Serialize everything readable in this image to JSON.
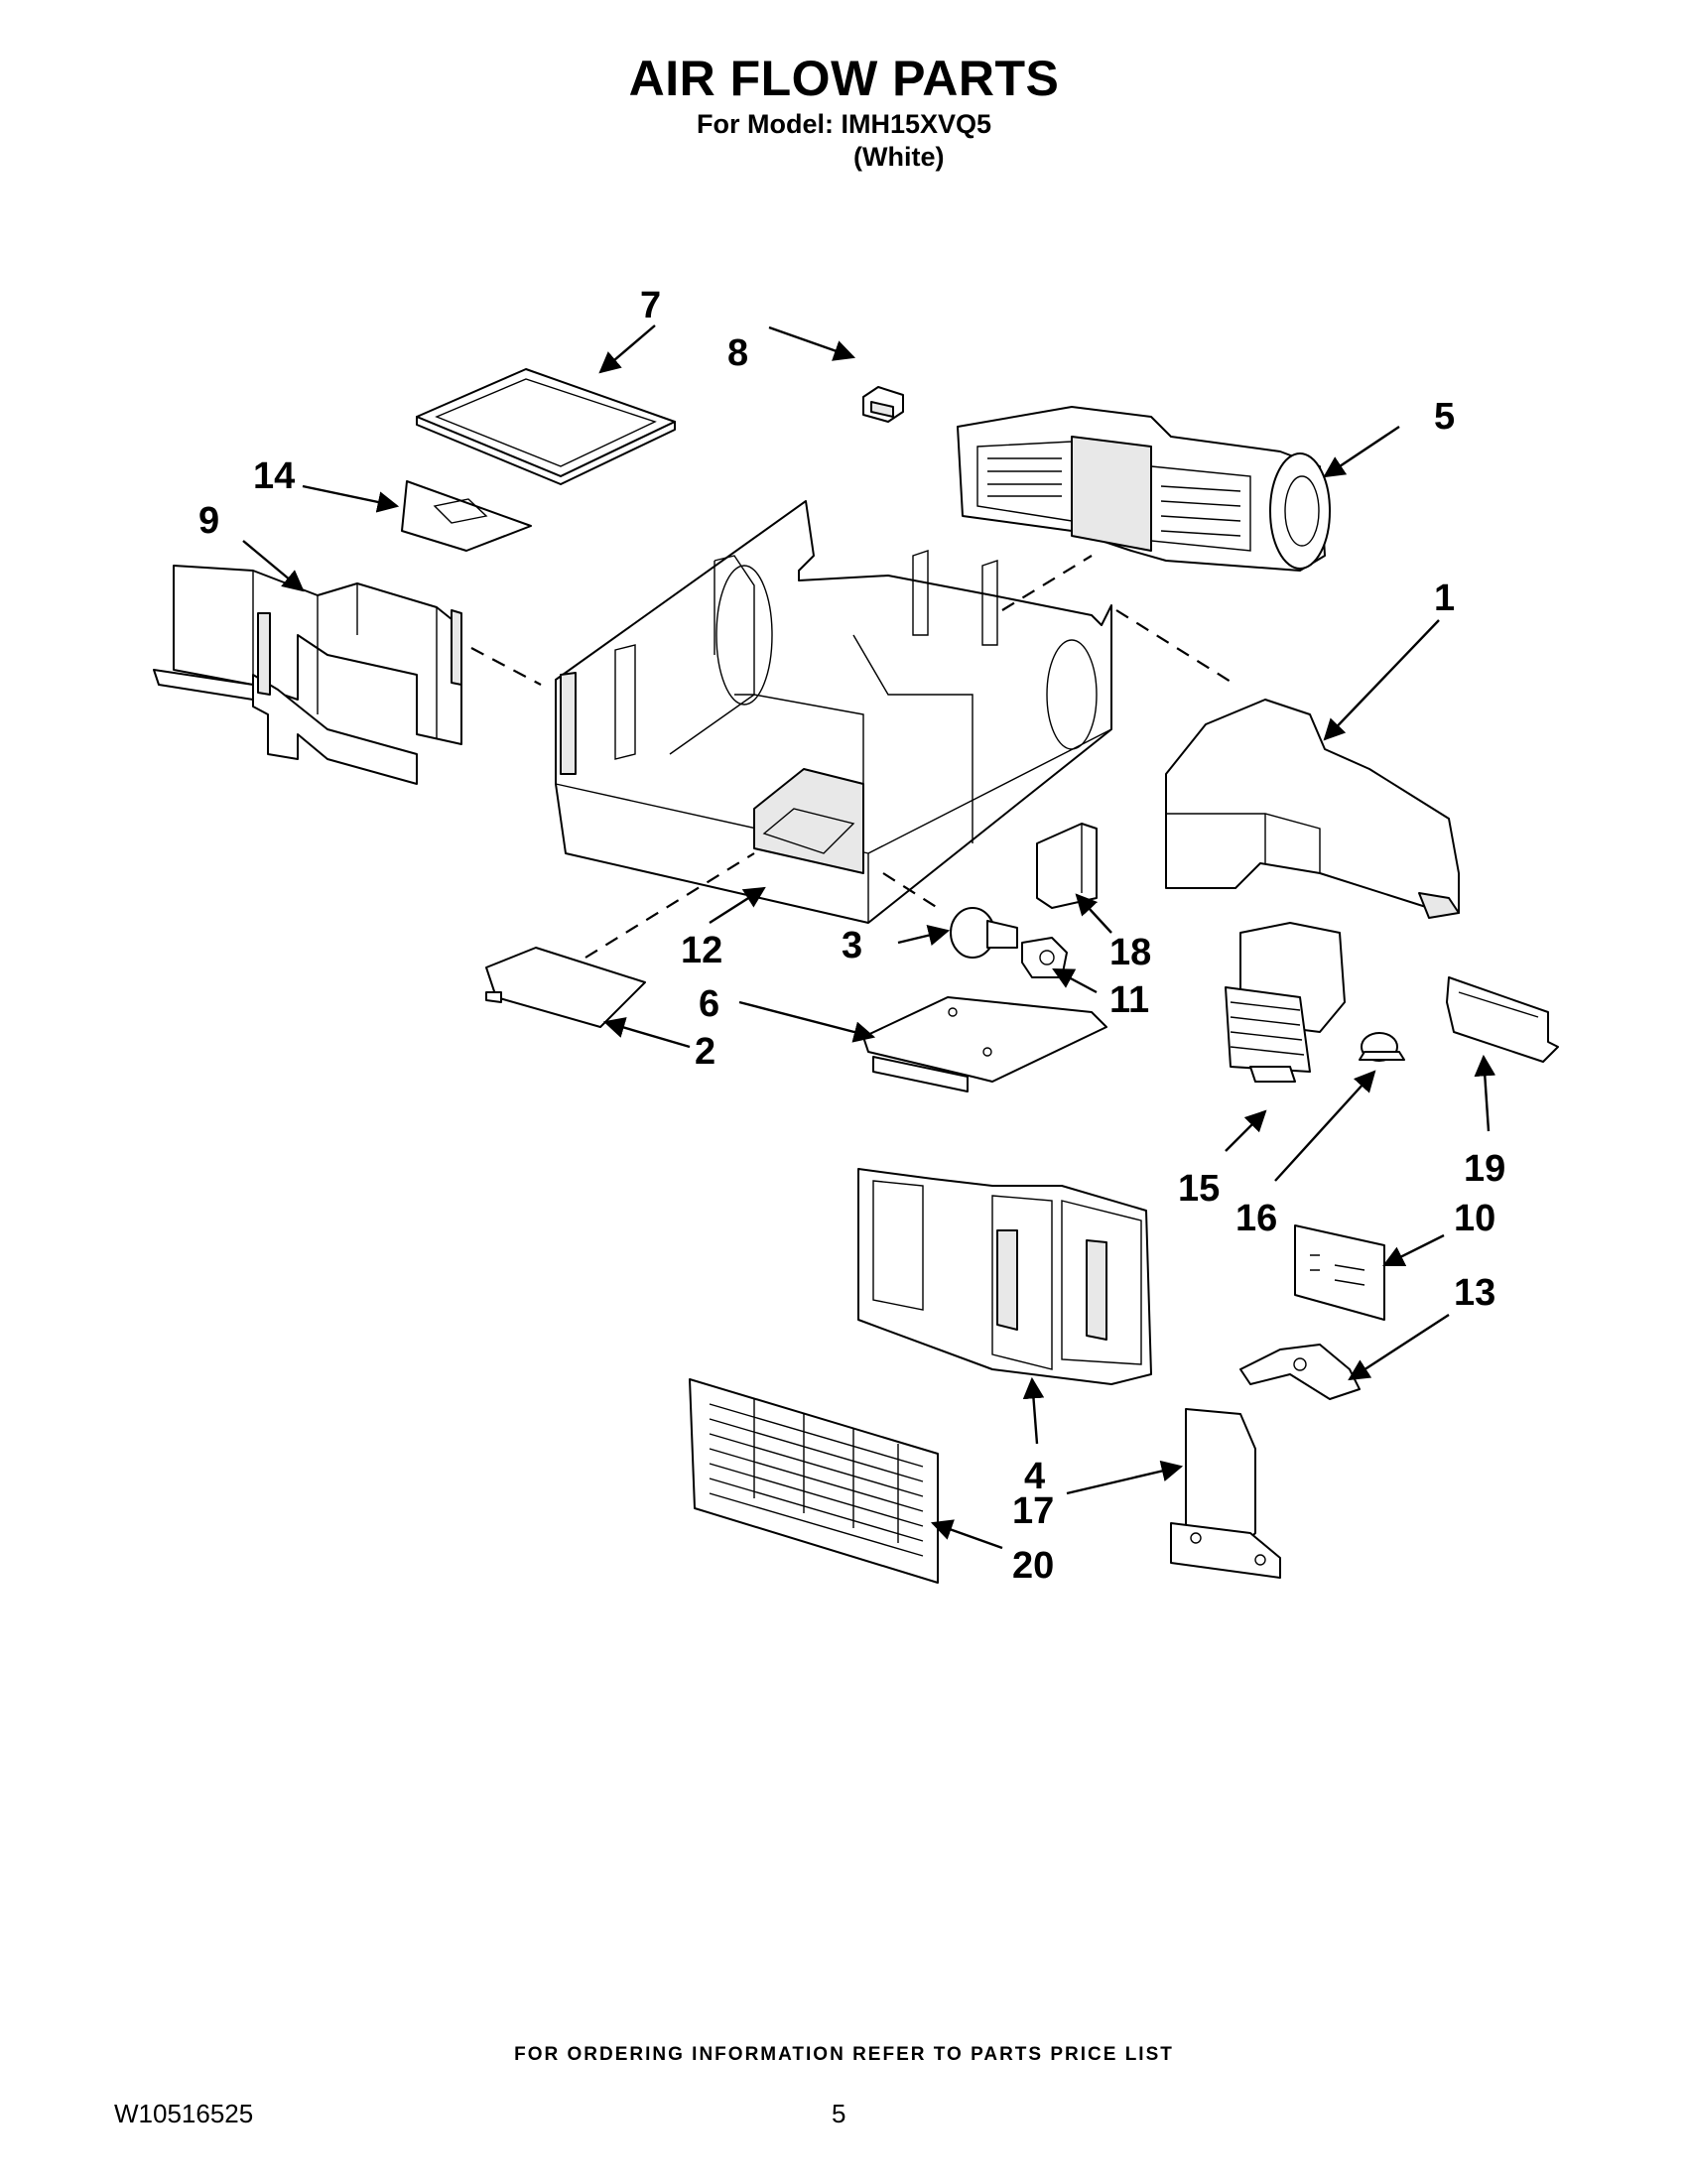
{
  "header": {
    "title": "AIR FLOW PARTS",
    "model_line": "For Model: IMH15XVQ5",
    "color_line": "(White)"
  },
  "callouts": [
    "1",
    "2",
    "3",
    "4",
    "5",
    "6",
    "7",
    "8",
    "9",
    "10",
    "11",
    "12",
    "13",
    "14",
    "15",
    "16",
    "17",
    "18",
    "19",
    "20"
  ],
  "footer": {
    "ordering_note": "FOR ORDERING INFORMATION REFER TO PARTS PRICE LIST",
    "doc_number": "W10516525",
    "page_number": "5"
  }
}
